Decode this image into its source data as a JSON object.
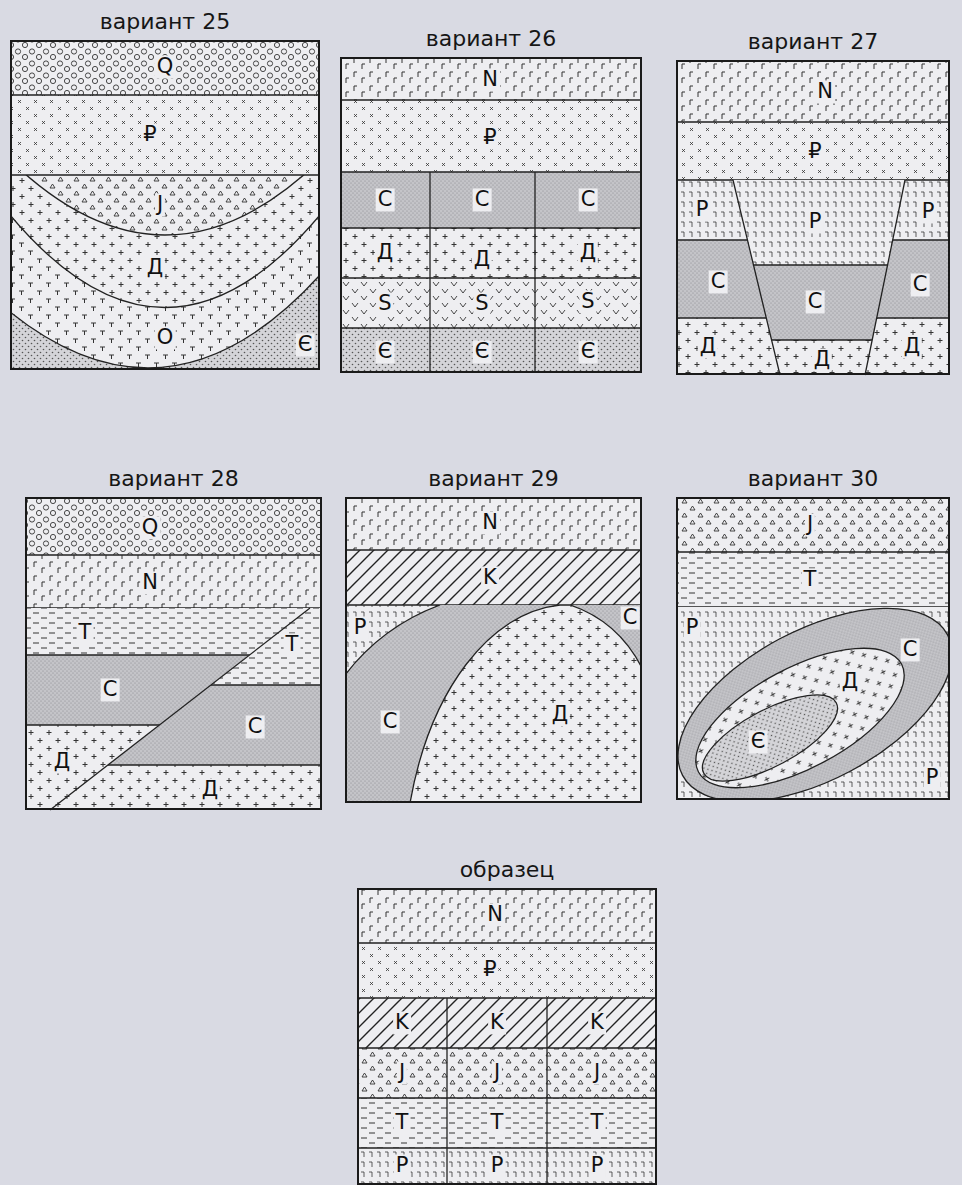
{
  "diagram": {
    "nodes": [
      {
        "text": [
          "вариант 25"
        ]
      },
      {
        "text": [
          "вариант 26"
        ]
      },
      {
        "text": [
          "вариант 27"
        ]
      },
      {
        "text": [
          "вариант 28"
        ]
      },
      {
        "text": [
          "вариант 29"
        ]
      },
      {
        "text": [
          "вариант 30"
        ]
      },
      {
        "text": [
          "образец"
        ]
      }
    ],
    "labels": [
      "Q",
      "₽",
      "J",
      "Д",
      "O",
      "Є",
      "N",
      "₽",
      "C",
      "C",
      "C",
      "Д",
      "Д",
      "Д",
      "S",
      "S",
      "S",
      "Є",
      "Є",
      "Є",
      "N",
      "₽",
      "P",
      "P",
      "P",
      "C",
      "C",
      "C",
      "Д",
      "Д",
      "Д",
      "Q",
      "N",
      "T",
      "T",
      "C",
      "C",
      "Д",
      "Д",
      "N",
      "K",
      "P",
      "C",
      "C",
      "Д",
      "J",
      "T",
      "P",
      "C",
      "Д",
      "Є",
      "P",
      "N",
      "₽",
      "K",
      "K",
      "K",
      "J",
      "J",
      "J",
      "T",
      "T",
      "T",
      "P",
      "P",
      "P"
    ]
  }
}
